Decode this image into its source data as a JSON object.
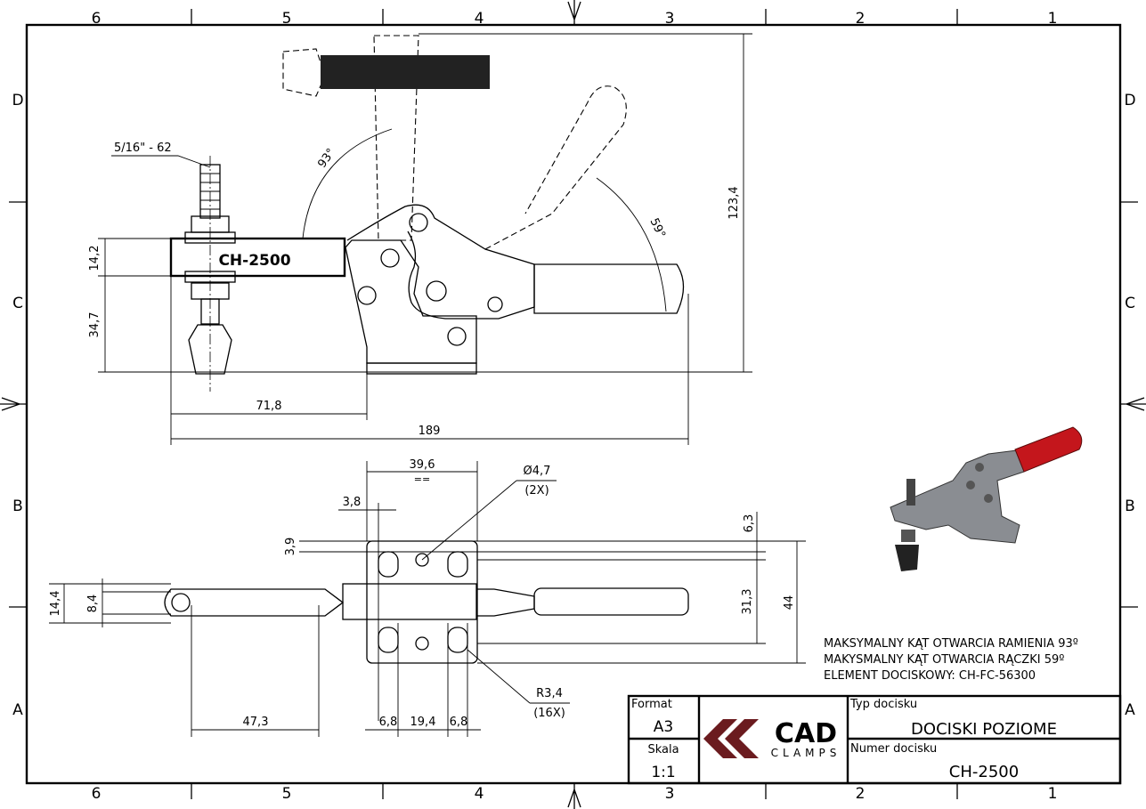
{
  "frame": {
    "columns": [
      "6",
      "5",
      "4",
      "3",
      "2",
      "1"
    ],
    "rows": [
      "D",
      "C",
      "B",
      "A"
    ]
  },
  "top_view": {
    "thread_label": "5/16\" - 62",
    "arm_marking": "CH-2500",
    "angle_arm": "93°",
    "angle_handle": "59°",
    "dims": {
      "h1": "14,2",
      "h2": "34,7",
      "total_h": "123,4",
      "w1": "71,8",
      "total_w": "189"
    }
  },
  "bottom_view": {
    "dims": {
      "base_w": "39,6",
      "eq": "==",
      "hole_dia": "Ø4,7",
      "hole_count": "(2X)",
      "edge": "3,8",
      "edge_v": "3,9",
      "top_off": "6,3",
      "hole_span": "31,3",
      "base_h": "44",
      "pad_h": "14,4",
      "pad_inner": "8,4",
      "pad_len": "47,3",
      "slot_a": "6,8",
      "slot_mid": "19,4",
      "slot_b": "6,8",
      "radius": "R3,4",
      "radius_count": "(16X)"
    }
  },
  "notes": [
    "MAKSYMALNY KĄT OTWARCIA RAMIENIA 93º",
    "MAKYSMALNY KĄT OTWARCIA RĄCZKI 59º",
    "ELEMENT DOCISKOWY: CH-FC-56300"
  ],
  "title_block": {
    "format_label": "Format",
    "format_value": "A3",
    "scale_label": "Skala",
    "scale_value": "1:1",
    "type_label": "Typ docisku",
    "type_value": "DOCISKI POZIOME",
    "number_label": "Numer docisku",
    "number_value": "CH-2500",
    "logo_text": "CAD",
    "logo_sub": "CLAMPS"
  },
  "colors": {
    "logo": "#6b1b1f",
    "handle": "#c4161c",
    "body": "#8a8d92"
  }
}
